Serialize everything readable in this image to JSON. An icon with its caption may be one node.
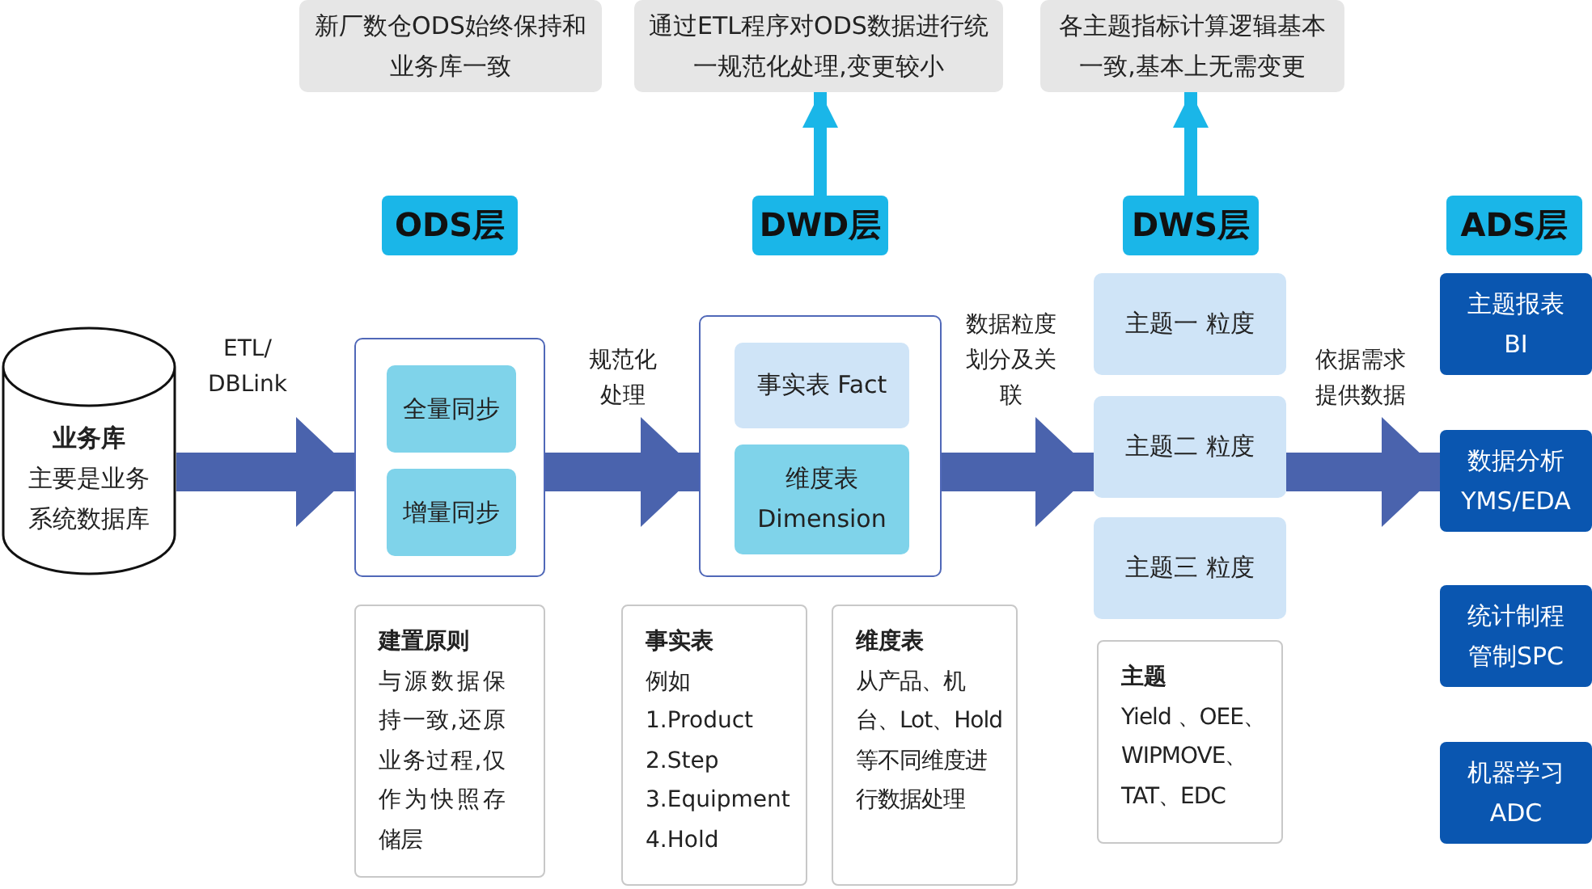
{
  "diagram": {
    "nodes": [
      {
        "text": [
          "新厂数仓ODS始终保持和业务库一致"
        ]
      },
      {
        "text": [
          "通过ETL程序对ODS数据进行统一规范化处理,变更较小"
        ]
      },
      {
        "text": [
          "各主题指标计算逻辑基本一致,基本上无需变更"
        ]
      },
      {
        "text": [
          "ODS层"
        ]
      },
      {
        "text": [
          "DWD层"
        ]
      },
      {
        "text": [
          "DWS层"
        ]
      },
      {
        "text": [
          "ADS层"
        ]
      },
      {
        "text": [
          "业务库",
          "主要是业务系统数据库"
        ]
      },
      {
        "text": [],
        "shape": "box"
      },
      {
        "text": [
          "全量同步"
        ],
        "in": 8
      },
      {
        "text": [
          "增量同步"
        ],
        "in": 8
      },
      {
        "text": [],
        "shape": "box"
      },
      {
        "text": [
          "事实表 Fact"
        ],
        "in": 11
      },
      {
        "text": [
          "维度表 Dimension"
        ],
        "in": 11
      },
      {
        "text": [
          "主题一 粒度"
        ]
      },
      {
        "text": [
          "主题二 粒度"
        ]
      },
      {
        "text": [
          "主题三 粒度"
        ]
      },
      {
        "text": [
          "主题报表 BI"
        ]
      },
      {
        "text": [
          "数据分析 YMS/EDA"
        ]
      },
      {
        "text": [
          "统计制程管制SPC"
        ]
      },
      {
        "text": [
          "机器学习 ADC"
        ]
      },
      {
        "text": [
          "建置原则",
          "与源数据保持一致,还原业务过程,仅作为快照存储层"
        ]
      },
      {
        "text": [
          "事实表",
          "例如",
          "1.Product",
          "2.Step",
          "3.Equipment",
          "4.Hold"
        ]
      },
      {
        "text": [
          "维度表",
          "从产品、机台、Lot、Hold等不同维度进行数据处理"
        ]
      },
      {
        "text": [
          "主题",
          "Yield 、OEE、WIPMOVE、TAT、EDC"
        ]
      }
    ],
    "edges": [
      {
        "from": 7,
        "to": 8,
        "arrow": "to",
        "label": "ETL/ DBLink"
      },
      {
        "from": 8,
        "to": 11,
        "arrow": "to",
        "label": "规范化处理"
      },
      {
        "from": 11,
        "to": 15,
        "arrow": "to",
        "label": "数据粒度划分及关联"
      },
      {
        "from": 15,
        "to": 18,
        "arrow": "to",
        "label": "依据需求提供数据"
      },
      {
        "from": 4,
        "to": 1,
        "arrow": "to",
        "color": "#1ab6e8"
      },
      {
        "from": 5,
        "to": 2,
        "arrow": "to",
        "color": "#1ab6e8"
      }
    ]
  }
}
